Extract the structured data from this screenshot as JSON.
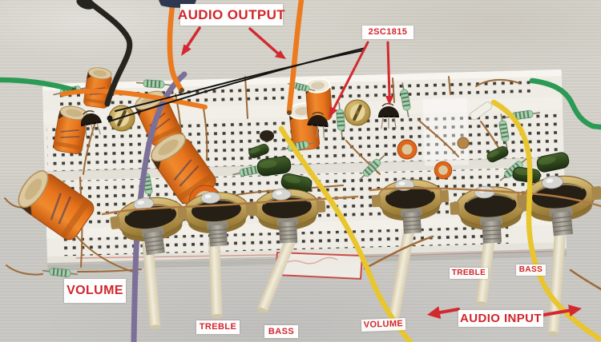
{
  "image": {
    "kind": "annotated photograph",
    "subject": "Audio tone control circuit prototype (volume, treble, bass) built on a white solderless breadboard with six potentiometers, orange electrolytic capacitors, 2SC1815 transistors, resistors and colored jumper wires"
  },
  "labels": {
    "audio_output": "AUDIO OUTPUT",
    "transistor_part": "2SC1815",
    "volume_left": "VOLUME",
    "treble_bottom_left": "TREBLE",
    "bass_bottom_left": "BASS",
    "volume_bottom_middle": "VOLUME",
    "treble_right": "TREBLE",
    "bass_right": "BASS",
    "audio_input": "AUDIO INPUT"
  },
  "colors": {
    "annotation_red": "#d2252b",
    "label_background": "#ffffff",
    "background_top": "#d5d2ca",
    "background_bottom": "#c7c6c2",
    "breadboard_white": "#eeece4",
    "capacitor_orange": "#e8741c",
    "wire_orange": "#ec7a1e",
    "wire_yellow": "#e9c52e",
    "wire_green": "#2a9a55",
    "wire_purple": "#7c7099",
    "wire_black": "#26241f",
    "pot_brass": "#b99a55",
    "pot_shaft_ivory": "#ece5d2"
  },
  "components": {
    "breadboard": "solderless breadboard",
    "potentiometer_count": "6",
    "transistor_type": "2SC1815",
    "capacitors": "orange electrolytic capacitors",
    "film_capacitors": "dark green film capacitors",
    "resistors": "mint-green axial resistors",
    "trimmers": "gold trimmer capacitors"
  }
}
